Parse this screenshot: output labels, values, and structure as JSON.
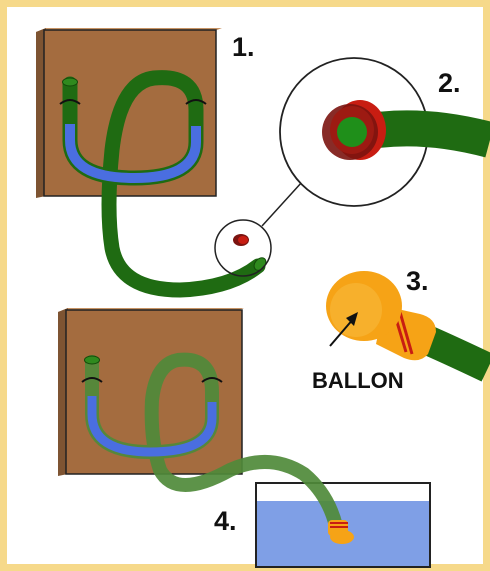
{
  "steps": [
    {
      "label": "1."
    },
    {
      "label": "2."
    },
    {
      "label": "3."
    },
    {
      "label": "4."
    }
  ],
  "annotations": {
    "ballon": "BALLON"
  },
  "colors": {
    "board": "#a46c3f",
    "board_side": "#7e5432",
    "hose": "#1f6b12",
    "hose_highlight": "#2f8a1e",
    "water_in_hose": "#4a6ee0",
    "red_fitting": "#c81d12",
    "dark_red": "#7b1410",
    "balloon": "#f6a316",
    "water": "#7f9fe6",
    "frame": "#f6d98a"
  }
}
